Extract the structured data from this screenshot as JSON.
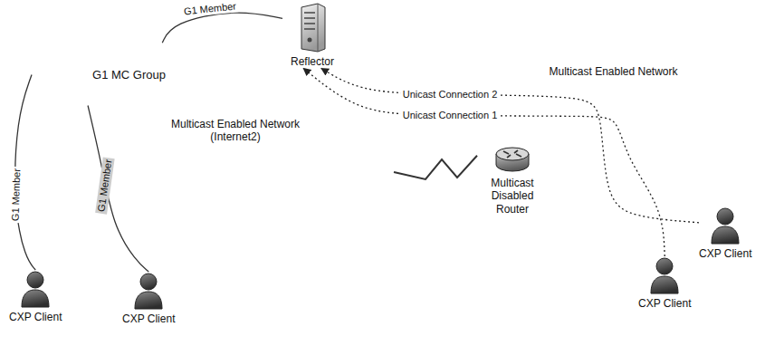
{
  "diagram": {
    "nodes": [
      {
        "text": [
          "Multicast Enabled Network (Internet2)"
        ]
      },
      {
        "text": [
          "G1 MC Group"
        ],
        "in": 0
      },
      {
        "text": [
          "Reflector"
        ]
      },
      {
        "text": [
          "Multicast Disabled Router"
        ]
      },
      {
        "text": [
          "Multicast Enabled Network"
        ]
      },
      {
        "text": [
          "CXP Client"
        ]
      },
      {
        "text": [
          "CXP Client"
        ]
      },
      {
        "text": [
          "CXP Client"
        ]
      },
      {
        "text": [
          "CXP Client"
        ]
      }
    ],
    "edges": [
      {
        "from": 1,
        "to": 2,
        "arrow": "none",
        "label": "G1 Member"
      },
      {
        "from": 1,
        "to": 5,
        "arrow": "none",
        "label": "G1 Member"
      },
      {
        "from": 1,
        "to": 6,
        "arrow": "none",
        "label": "G1 Member"
      },
      {
        "from": 0,
        "to": 3,
        "arrow": "none"
      },
      {
        "from": 8,
        "to": 2,
        "arrow": "to",
        "label": "Unicast Connection 2"
      },
      {
        "from": 7,
        "to": 2,
        "arrow": "to",
        "label": "Unicast Connection 1"
      }
    ]
  }
}
